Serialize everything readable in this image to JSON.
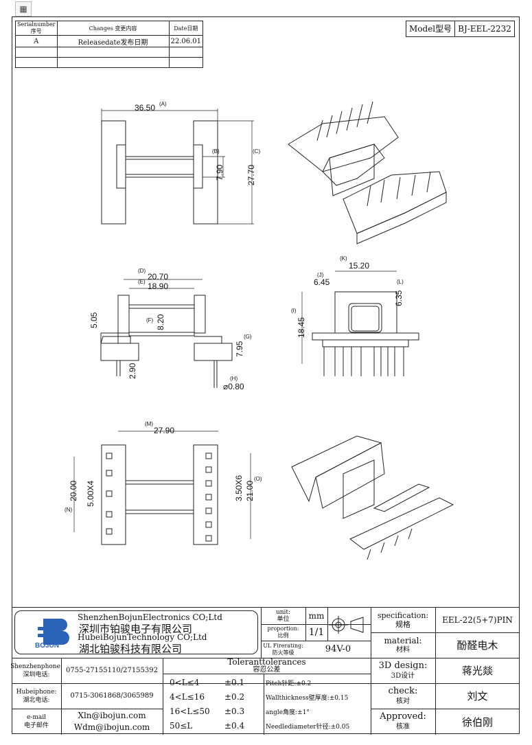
{
  "revision_table": {
    "headers": {
      "serial": "Serialnumber序号",
      "changes": "Changes 变更内容",
      "date": "Date日期"
    },
    "rows": [
      {
        "serial": "A",
        "changes": "Releasedate发布日期",
        "date": "22.06.01"
      },
      {
        "serial": "",
        "changes": "",
        "date": ""
      },
      {
        "serial": "",
        "changes": "",
        "date": ""
      }
    ]
  },
  "model": {
    "label": "Model型号",
    "value": "BJ-EEL-2232"
  },
  "dimensions": {
    "A": {
      "tag": "(A)",
      "value": "36.50"
    },
    "B": {
      "tag": "(B)",
      "value": "7.90"
    },
    "C": {
      "tag": "(C)",
      "value": "27.70"
    },
    "D": {
      "tag": "(D)",
      "value": "20.70"
    },
    "E": {
      "tag": "(E)",
      "value": "18.90"
    },
    "F": {
      "tag": "(F)",
      "value": "8.20"
    },
    "G": {
      "tag": "(G)",
      "value": "7.95"
    },
    "H": {
      "tag": "(H)",
      "value": "⌀0.80"
    },
    "I": {
      "tag": "(I)",
      "value": "18.45"
    },
    "J": {
      "tag": "(J)",
      "value": "6.45"
    },
    "K": {
      "tag": "(K)",
      "value": "15.20"
    },
    "L": {
      "tag": "(L)",
      "value": "6.35"
    },
    "M": {
      "tag": "(M)",
      "value": "27.90"
    },
    "N": {
      "tag": "(N)",
      "value": "20.00"
    },
    "O": {
      "tag": "(O)",
      "value": "21.00"
    },
    "plain_505": "5.05",
    "plain_290": "2.90",
    "pitch_left": "5.00X4",
    "pitch_right": "3.50X6"
  },
  "title_block": {
    "company_en_1": "ShenzhenBojunElectronics CO;Ltd",
    "company_cn_1": "深圳市铂骏电子有限公司",
    "company_en_2": "HubeiBojunTechnology CO;Ltd",
    "company_cn_2": "湖北铂骏科技有限公司",
    "logo_text": "BOJUN",
    "unit_label": "unit:",
    "unit_label_cn": "单位",
    "unit_value": "mm",
    "proportion_label": "proportion:",
    "proportion_label_cn": "比例",
    "proportion_value": "1/1",
    "fire_label": "UL Firerating:",
    "fire_label_cn": "防火等级",
    "fire_value": "94V-0",
    "spec_label": "specification:",
    "spec_label_cn": "规格",
    "spec_value": "EEL-22(5+7)PIN",
    "material_label": "material:",
    "material_label_cn": "材料",
    "material_value": "酚醛电木",
    "design_label": "3D design:",
    "design_label_cn": "3D设计",
    "design_value": "蒋光燚",
    "check_label": "check:",
    "check_label_cn": "核对",
    "check_value": "刘文",
    "approved_label": "Approved:",
    "approved_label_cn": "核准",
    "approved_value": "徐伯刚",
    "sz_phone_label": "Shenzhenphone:",
    "sz_phone_label_cn": "深圳电话:",
    "sz_phone": "0755-27155110/27155392",
    "hb_phone_label": "Hubeiphone:",
    "hb_phone_label_cn": "湖北电话:",
    "hb_phone": "0715-3061868/3065989",
    "email_label": "e-mail",
    "email_label_cn": "电子邮件",
    "email_1": "Xln@ibojun.com",
    "email_2": "Wdm@ibojun.com",
    "tol_title": "Toleranttolerances",
    "tol_title_cn": "容忍公差",
    "tolerances": [
      {
        "range": "0<L≤4",
        "value": "±0.1"
      },
      {
        "range": "4<L≤16",
        "value": "±0.2"
      },
      {
        "range": "16<L≤50",
        "value": "±0.3"
      },
      {
        "range": "50≤L",
        "value": "±0.4"
      }
    ],
    "pitch_note": "Pitch针距:±0.2",
    "wall_note": "Wallthickness壁厚度:±0.15",
    "angle_note": "angle角度:±1°",
    "needle_note": "Needlediameter针径:±0.05"
  }
}
